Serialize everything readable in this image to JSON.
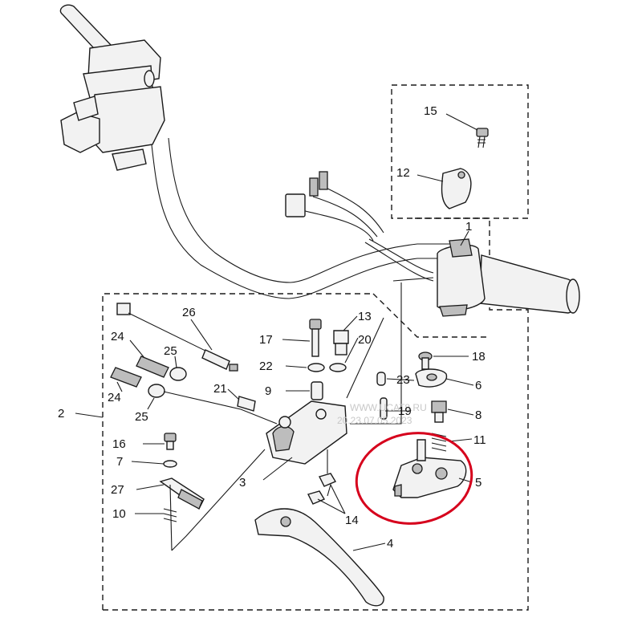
{
  "colors": {
    "line": "#1a1a1a",
    "highlight": "#d6001c",
    "watermark": "#c8c8c8"
  },
  "watermark": {
    "line1": "WWW.UCAT8.RU",
    "line2": "20.23.07.05.2023"
  },
  "labels": {
    "p1": "1",
    "p2": "2",
    "p3": "3",
    "p4": "4",
    "p5": "5",
    "p6": "6",
    "p7": "7",
    "p8": "8",
    "p9": "9",
    "p10": "10",
    "p11": "11",
    "p12": "12",
    "p13": "13",
    "p14": "14",
    "p15": "15",
    "p16": "16",
    "p17": "17",
    "p18": "18",
    "p19": "19",
    "p20": "20",
    "p21": "21",
    "p22": "22",
    "p23": "23",
    "p24a": "24",
    "p24b": "24",
    "p25a": "25",
    "p25b": "25",
    "p26": "26",
    "p27": "27"
  }
}
